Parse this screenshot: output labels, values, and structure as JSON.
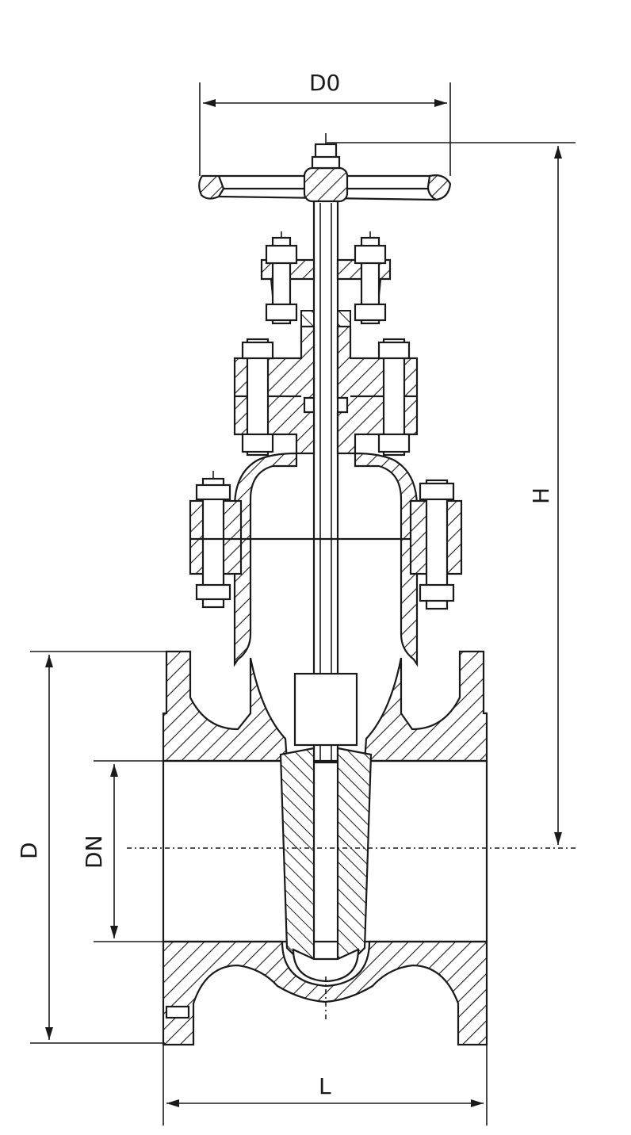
{
  "diagram": {
    "subject": "gate-valve-cross-section",
    "dimension_labels": {
      "handwheel_diameter": "D0",
      "height": "H",
      "flange_diameter": "D",
      "nominal_diameter": "DN",
      "length": "L"
    },
    "colors": {
      "ink": "#1a1a1a",
      "background": "#ffffff"
    }
  }
}
